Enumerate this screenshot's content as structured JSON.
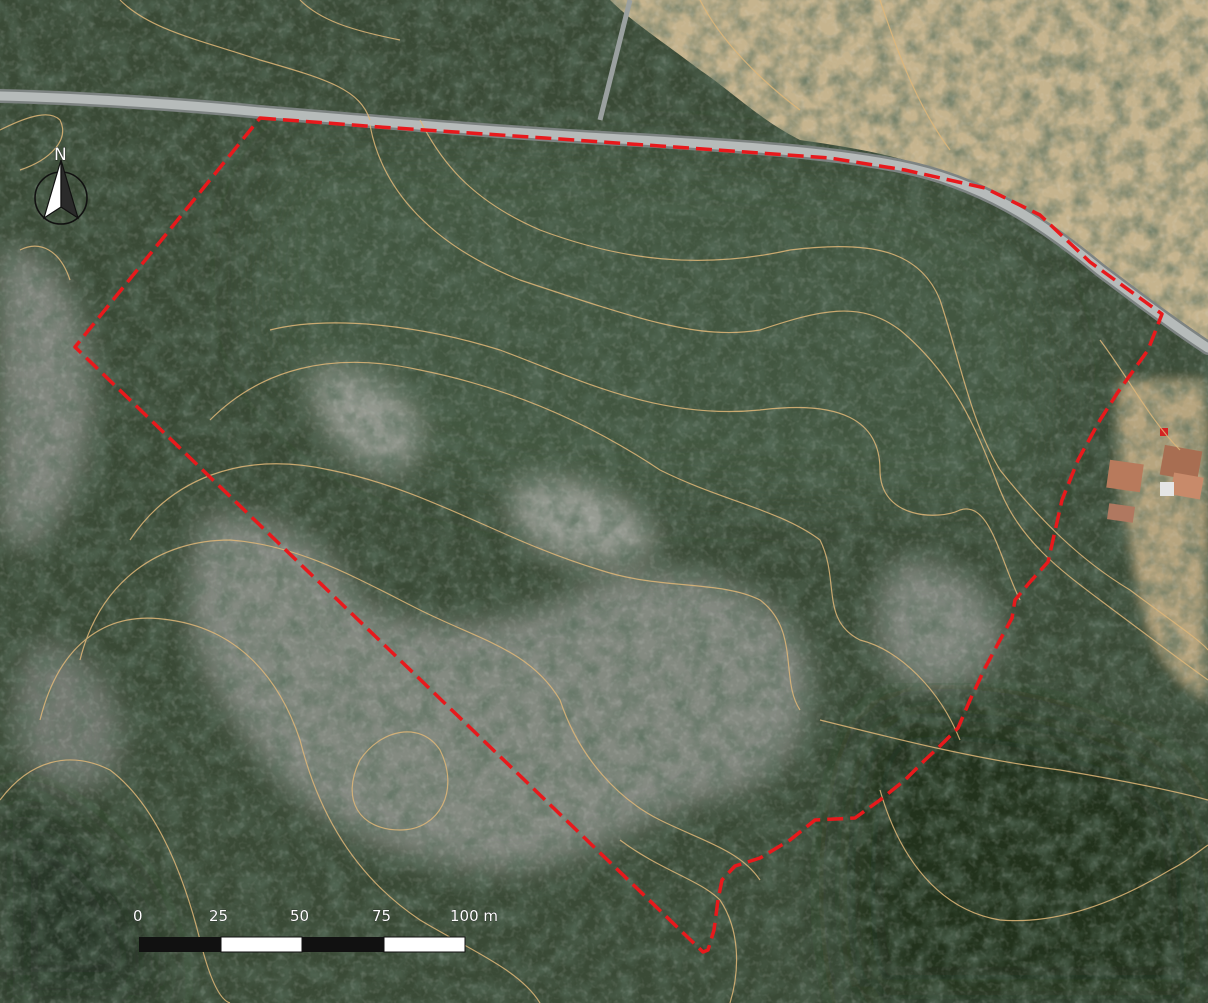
{
  "map": {
    "north_arrow": {
      "label": "N",
      "icon": "north-arrow-icon"
    },
    "scale_bar": {
      "ticks": [
        "0",
        "25",
        "50",
        "75",
        "100 m"
      ]
    },
    "boundary": {
      "color": "#e8191c"
    },
    "colors": {
      "forest_dark": "#243325",
      "forest_mid": "#3b4a37",
      "rock": "#9ea19a",
      "meadow": "#c9b690",
      "road": "#aeb3b2",
      "contour": "#e0b778"
    }
  }
}
